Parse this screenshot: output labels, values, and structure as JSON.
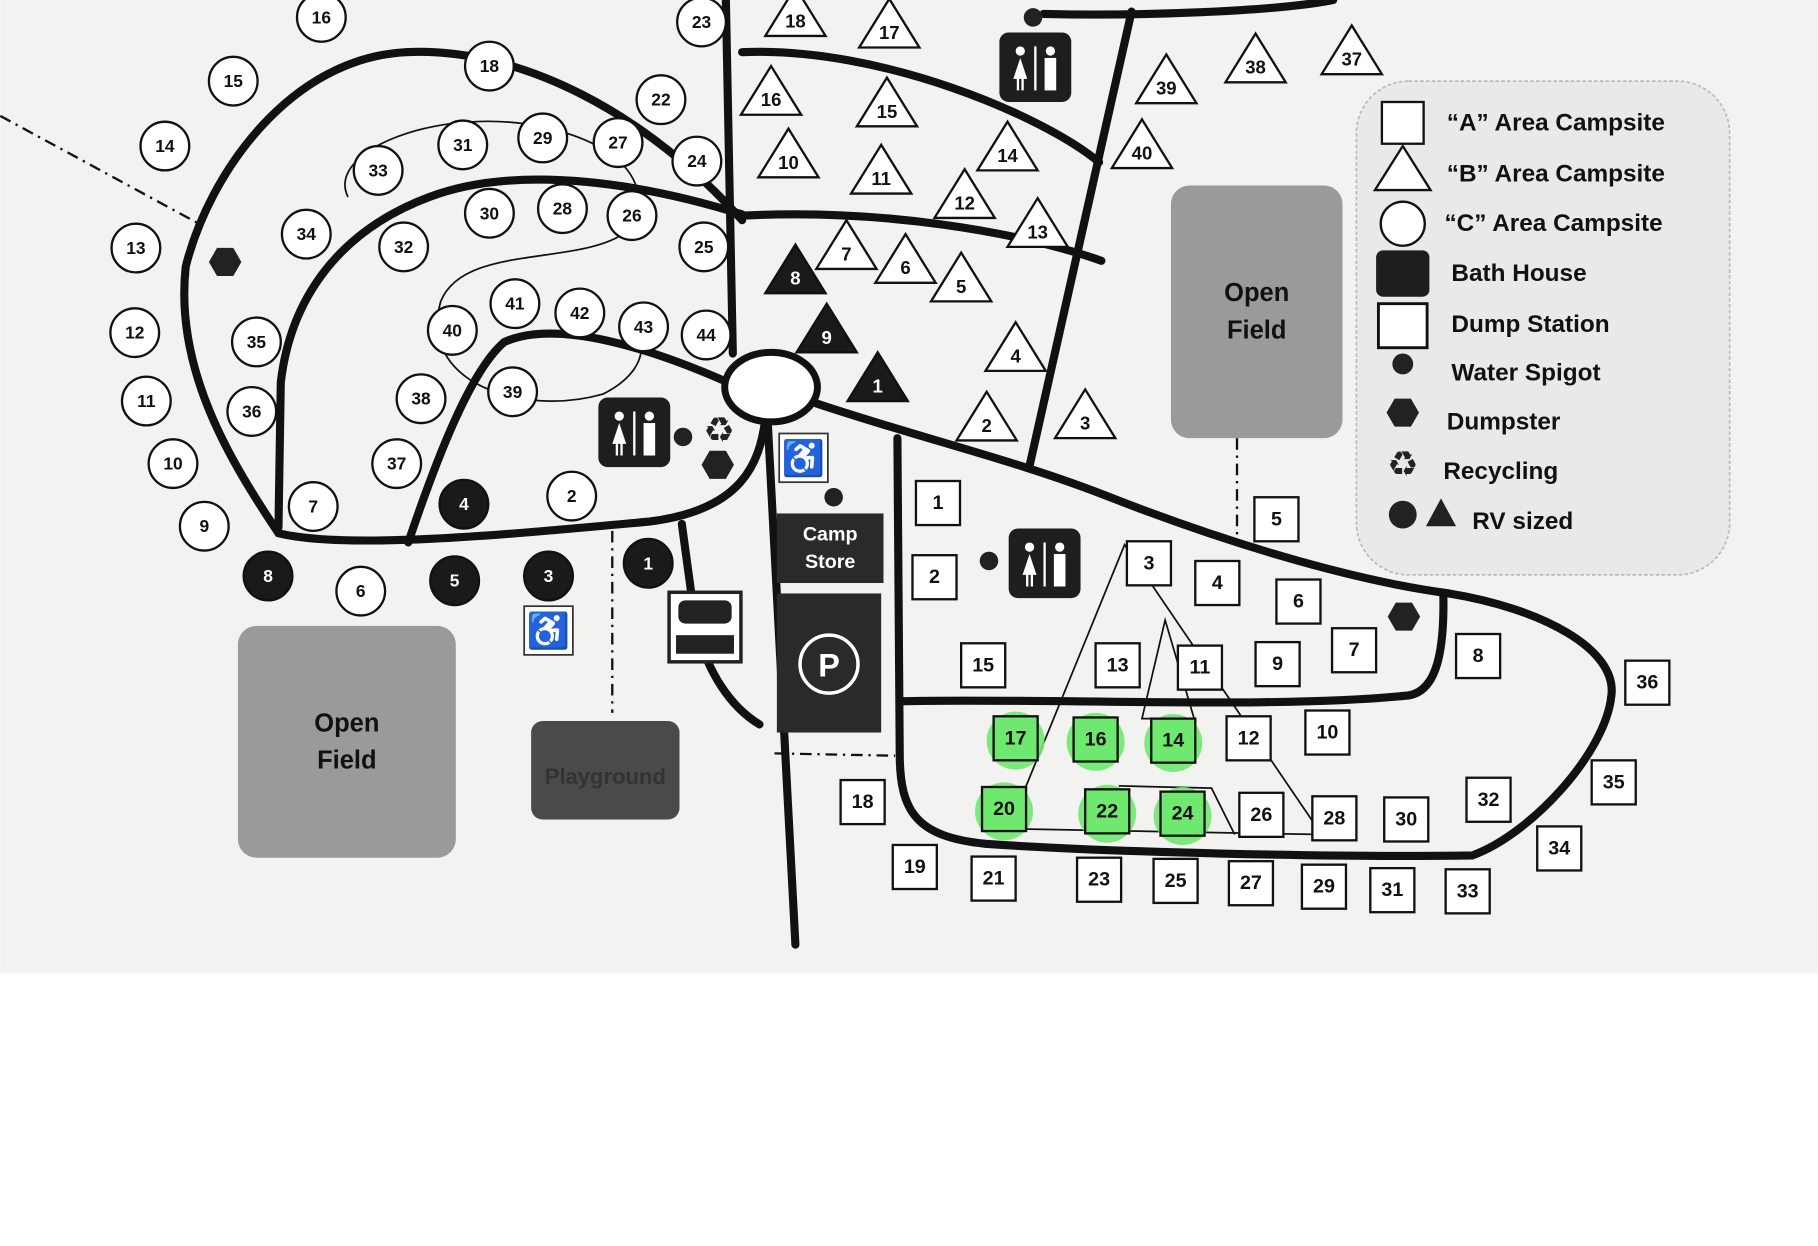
{
  "map": {
    "sites": {
      "A": [
        "1",
        "2",
        "3",
        "4",
        "5",
        "6",
        "7",
        "8",
        "9",
        "10",
        "11",
        "12",
        "13",
        "14",
        "15",
        "16",
        "17",
        "18",
        "19",
        "20",
        "21",
        "22",
        "23",
        "24",
        "25",
        "26",
        "27",
        "28",
        "29",
        "30",
        "31",
        "32",
        "33",
        "34",
        "35",
        "36"
      ],
      "B": [
        "2",
        "3",
        "4",
        "5",
        "6",
        "7",
        "10",
        "11",
        "12",
        "13",
        "14",
        "15",
        "16",
        "17",
        "18",
        "37",
        "38",
        "39",
        "40"
      ],
      "B_rv": [
        "1",
        "8",
        "9"
      ],
      "C": [
        "2",
        "6",
        "7",
        "9",
        "10",
        "11",
        "12",
        "13",
        "14",
        "15",
        "16",
        "18",
        "22",
        "23",
        "24",
        "25",
        "26",
        "27",
        "28",
        "29",
        "30",
        "31",
        "32",
        "33",
        "34",
        "35",
        "36",
        "37",
        "38",
        "39",
        "40",
        "41",
        "42",
        "43",
        "44"
      ],
      "C_rv": [
        "1",
        "3",
        "4",
        "5",
        "8"
      ]
    },
    "highlighted_A_sites": [
      "14",
      "16",
      "17",
      "20",
      "22",
      "24"
    ],
    "highlight_color": "#6ee86e",
    "features": {
      "open_field_left": [
        "Open",
        "Field"
      ],
      "open_field_right": [
        "Open",
        "Field"
      ],
      "playground": "Playground",
      "camp_store": [
        "Camp",
        "Store"
      ],
      "parking": "P"
    }
  },
  "legend": {
    "items": [
      {
        "icon": "square-icon",
        "label": "“A” Area Campsite"
      },
      {
        "icon": "triangle-icon",
        "label": "“B” Area Campsite"
      },
      {
        "icon": "circle-icon",
        "label": "“C” Area Campsite"
      },
      {
        "icon": "bath-house-icon",
        "label": "Bath House"
      },
      {
        "icon": "dump-station-icon",
        "label": "Dump Station"
      },
      {
        "icon": "water-spigot-icon",
        "label": "Water Spigot"
      },
      {
        "icon": "dumpster-icon",
        "label": "Dumpster"
      },
      {
        "icon": "recycling-icon",
        "label": "Recycling"
      },
      {
        "icon": "rv-sized-icon",
        "label": "RV sized"
      }
    ]
  }
}
